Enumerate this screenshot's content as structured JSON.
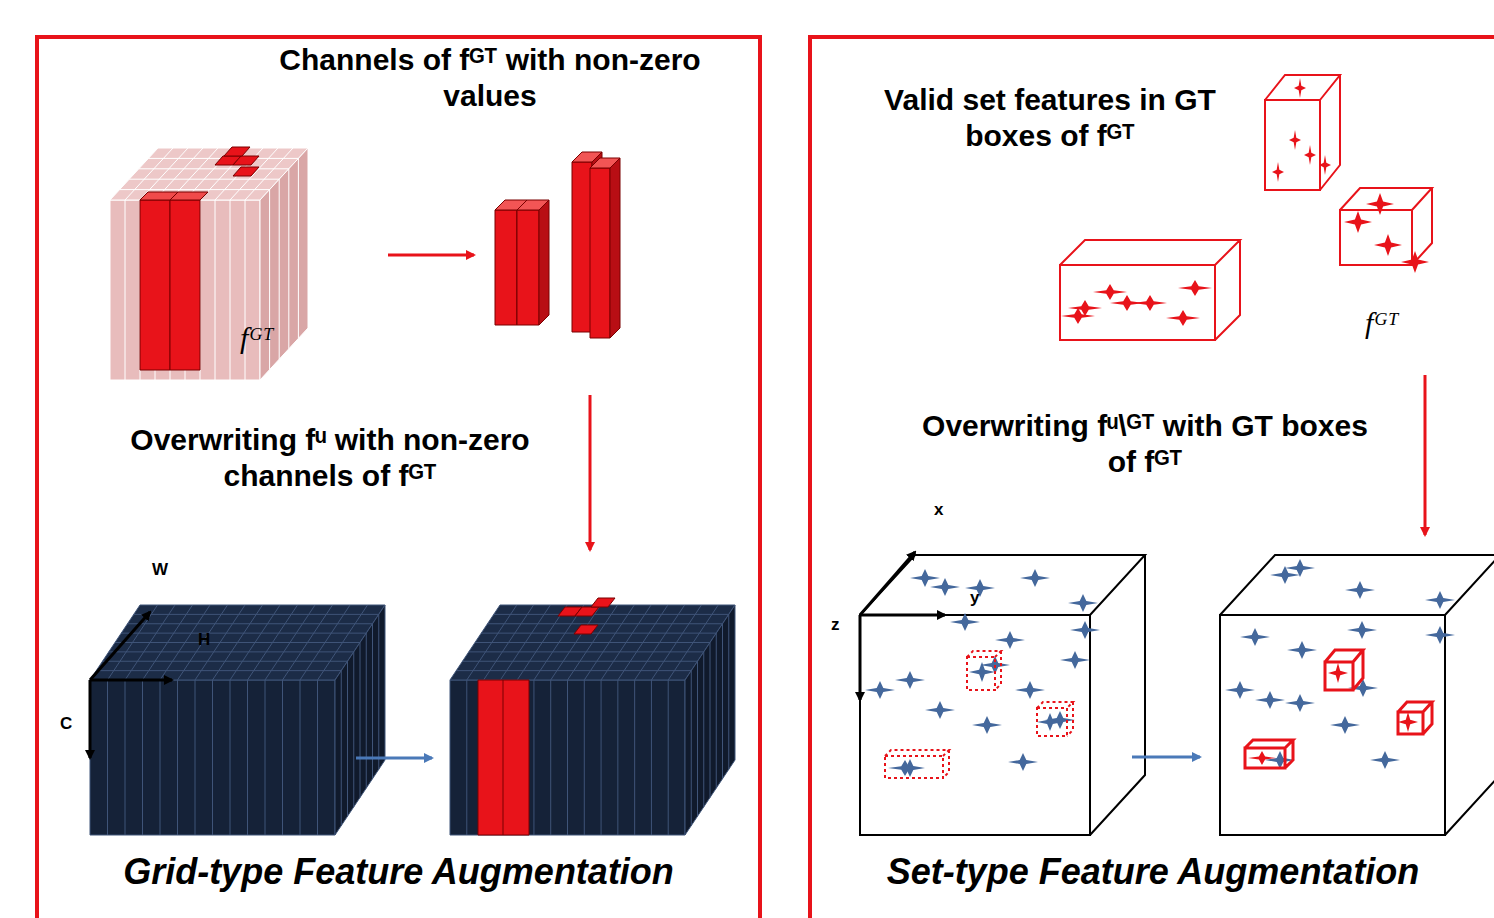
{
  "diagram": {
    "nodes": [
      {
        "text": [
          "Grid-type Feature Augmentation"
        ]
      },
      {
        "text": [
          "Set-type Feature Augmentation"
        ]
      }
    ],
    "labels": [
      "Channels of fᴳᵀ with non-zero values",
      "fᴳᵀ",
      "Overwriting fᵘ with non-zero channels of fᴳᵀ",
      "W",
      "H",
      "C",
      "Valid set features in GT boxes of fᴳᵀ",
      "fᴳᵀ",
      "Overwriting fᵘ\\ᴳᵀ with GT boxes of fᴳᵀ",
      "x",
      "y",
      "z"
    ]
  }
}
